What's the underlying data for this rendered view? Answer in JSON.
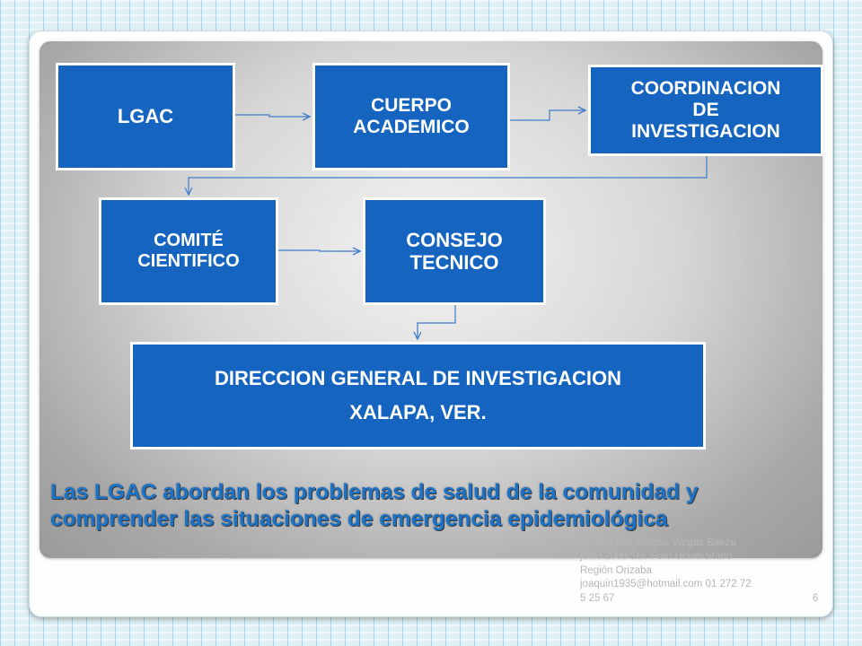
{
  "diagram": {
    "nodes": {
      "lgac": {
        "lines": [
          "LGAC"
        ]
      },
      "cuerpo_academico": {
        "lines": [
          "CUERPO",
          "ACADEMICO"
        ]
      },
      "coordinacion": {
        "lines": [
          "COORDINACION",
          "DE",
          "INVESTIGACION"
        ]
      },
      "comite": {
        "lines": [
          "COMITÉ",
          "CIENTIFICO"
        ]
      },
      "consejo": {
        "lines": [
          "CONSEJO",
          "TECNICO"
        ]
      },
      "direccion": {
        "lines": [
          "DIRECCION GENERAL DE INVESTIGACION",
          "XALAPA, VER."
        ]
      }
    },
    "edges": [
      {
        "from": "lgac",
        "to": "cuerpo_academico"
      },
      {
        "from": "cuerpo_academico",
        "to": "coordinacion"
      },
      {
        "from": "coordinacion",
        "to": "comite"
      },
      {
        "from": "comite",
        "to": "consejo"
      },
      {
        "from": "consejo",
        "to": "direccion"
      }
    ],
    "colors": {
      "box": "#1565c0",
      "box_border": "#ffffff",
      "connector": "#3d7cc9"
    }
  },
  "tagline": {
    "line1": "Las LGAC abordan los problemas de salud de la comunidad y",
    "line2": "comprender las situaciones de emergencia epidemiológica"
  },
  "footer": {
    "line1": "Dr. Joaquin Alfonso Vargas Baeza",
    "line2": "junio 2009 1er. Foro Universitario",
    "line3": "Región Orizaba",
    "line4": "joaquin1935@hotmail.com 01 272 72",
    "line5": "5 25 67"
  },
  "page_number": "6"
}
